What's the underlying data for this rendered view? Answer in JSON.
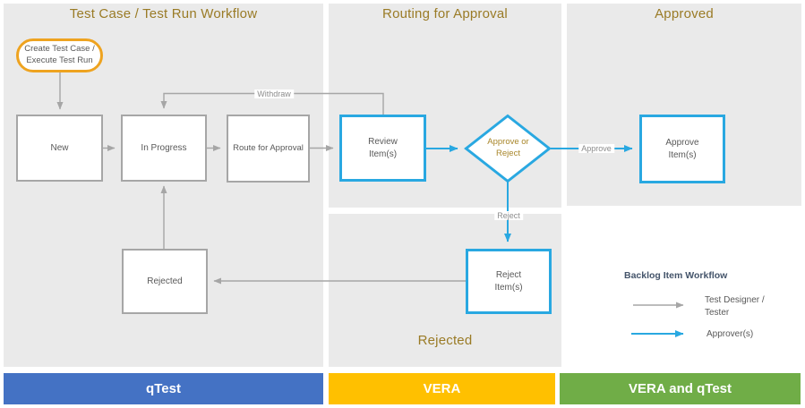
{
  "lanes": {
    "left_title": "Test Case / Test Run Workflow",
    "middle_title": "Routing for Approval",
    "right_title": "Approved",
    "middle_bottom_title": "Rejected"
  },
  "nodes": {
    "create": {
      "line1": "Create Test Case /",
      "line2": "Execute Test Run"
    },
    "new": {
      "label": "New"
    },
    "in_progress": {
      "label": "In Progress"
    },
    "route": {
      "label": "Route for Approval"
    },
    "review": {
      "line1": "Review",
      "line2": "Item(s)"
    },
    "decision": {
      "line1": "Approve or",
      "line2": "Reject"
    },
    "approve": {
      "line1": "Approve",
      "line2": "Item(s)"
    },
    "reject": {
      "line1": "Reject",
      "line2": "Item(s)"
    },
    "rejected": {
      "label": "Rejected"
    }
  },
  "edges": {
    "withdraw_label": "Withdraw",
    "approve_label": "Approve",
    "reject_label": "Reject"
  },
  "legend": {
    "title": "Backlog Item Workflow",
    "gray_line1": "Test Designer /",
    "gray_line2": "Tester",
    "blue_label": "Approver(s)"
  },
  "bars": {
    "qtest": "qTest",
    "vera": "VERA",
    "vera_qtest": "VERA and qTest"
  },
  "colors": {
    "panel_gray": "#EAEAEA",
    "lane_title_gold": "#9A7B26",
    "node_border_gray": "#A6A6A6",
    "node_border_blue": "#29A8E1",
    "oval_border_orange": "#EEA320",
    "node_text": "#595959",
    "edge_label_gray": "#8C8C8C",
    "legend_title_color": "#44546A",
    "bar_blue": "#4472C4",
    "bar_yellow": "#FFC000",
    "bar_green": "#70AD47"
  }
}
